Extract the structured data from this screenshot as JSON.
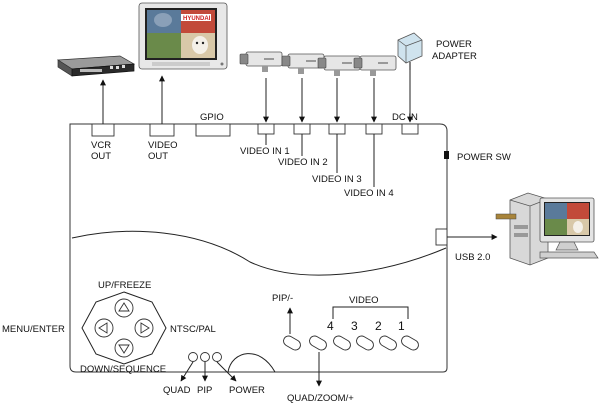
{
  "devices": {
    "vcr": {
      "icon": "vcr-icon"
    },
    "tv": {
      "icon": "tv-icon",
      "brand": "HYUNDAI"
    },
    "cameras": {
      "icon": "cctv-camera-icon",
      "count": 4
    },
    "power_adapter": {
      "icon": "power-adapter-icon",
      "label_line1": "POWER",
      "label_line2": "ADAPTER"
    },
    "pc": {
      "icon": "desktop-computer-icon"
    }
  },
  "ports": {
    "vcr_out": {
      "line1": "VCR",
      "line2": "OUT"
    },
    "video_out": {
      "line1": "VIDEO",
      "line2": "OUT"
    },
    "gpio": "GPIO",
    "video_in": [
      "VIDEO IN 1",
      "VIDEO IN 2",
      "VIDEO IN 3",
      "VIDEO IN 4"
    ],
    "dc_in": "DC IN",
    "power_sw": "POWER SW",
    "usb": "USB 2.0"
  },
  "controls": {
    "dpad": {
      "up": "UP/FREEZE",
      "left": "MENU/ENTER",
      "right": "NTSC/PAL",
      "down": "DOWN/SEQUENCE"
    },
    "leds": [
      "QUAD",
      "PIP",
      "POWER"
    ],
    "buttons": {
      "pip": "PIP/-",
      "quad_zoom": "QUAD/ZOOM/+",
      "video_group": "VIDEO",
      "video_numbers": [
        "4",
        "3",
        "2",
        "1"
      ]
    }
  },
  "colors": {
    "outline": "#333333",
    "camera_body": "#e6e6e6",
    "tv_frame": "#e8e8e8",
    "pc_case": "#d8d8d8"
  }
}
